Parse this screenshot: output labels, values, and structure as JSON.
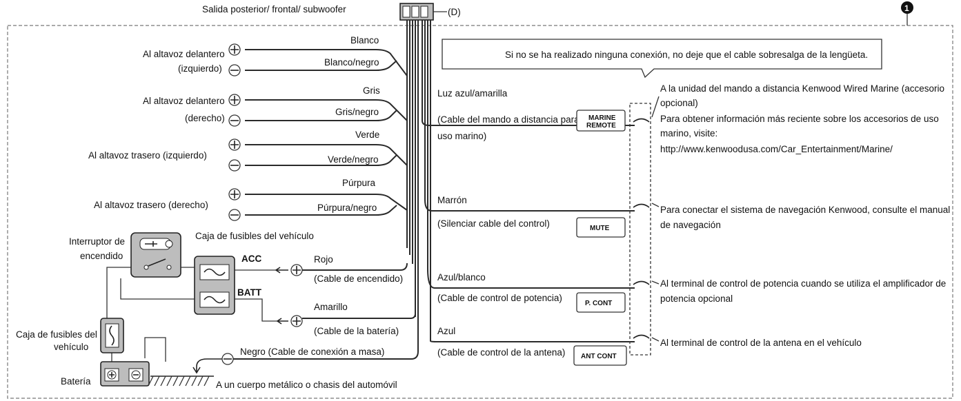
{
  "header": {
    "output_label": "Salida posterior/ frontal/ subwoofer",
    "connector_label": "(D)",
    "note": "Si no se ha realizado ninguna conexión, no deje que el cable sobresalga de la lengüeta."
  },
  "speakers": [
    {
      "label_1": "Al altavoz delantero",
      "label_2": "(izquierdo)",
      "wire_pos": "Blanco",
      "wire_neg": "Blanco/negro"
    },
    {
      "label_1": "Al altavoz delantero",
      "label_2": "(derecho)",
      "wire_pos": "Gris",
      "wire_neg": "Gris/negro"
    },
    {
      "label_1": "Al altavoz trasero (izquierdo)",
      "label_2": "",
      "wire_pos": "Verde",
      "wire_neg": "Verde/negro"
    },
    {
      "label_1": "Al altavoz trasero (derecho)",
      "label_2": "",
      "wire_pos": "Púrpura",
      "wire_neg": "Púrpura/negro"
    }
  ],
  "power": {
    "ignition_switch_1": "Interruptor de",
    "ignition_switch_2": "encendido",
    "fuse_box_main": "Caja de fusibles del vehículo",
    "fuse_box_small_1": "Caja de fusibles del",
    "fuse_box_small_2": "vehículo",
    "acc": "ACC",
    "batt": "BATT",
    "red": "Rojo",
    "red_desc": "(Cable de encendido)",
    "yellow": "Amarillo",
    "yellow_desc": "(Cable de la batería)",
    "battery": "Batería",
    "ground": "Negro (Cable de conexión a masa)",
    "chassis": "A un cuerpo metálico o chasis del automóvil"
  },
  "controls": [
    {
      "wire": "Luz azul/amarilla",
      "desc_1": "(Cable del mando a distancia para",
      "desc_2": "uso marino)",
      "tag_1": "MARINE",
      "tag_2": "REMOTE",
      "info": [
        "A la unidad del mando a distancia Kenwood Wired Marine (accesorio",
        "opcional)",
        "Para obtener información más reciente sobre los accesorios de uso",
        "marino, visite:",
        "http://www.kenwoodusa.com/Car_Entertainment/Marine/"
      ]
    },
    {
      "wire": "Marrón",
      "desc_1": "(Silenciar cable del control)",
      "desc_2": "",
      "tag_1": "MUTE",
      "tag_2": "",
      "info": [
        "Para conectar el sistema de navegación Kenwood, consulte el manual",
        "de navegación"
      ]
    },
    {
      "wire": "Azul/blanco",
      "desc_1": "(Cable de control de potencia)",
      "desc_2": "",
      "tag_1": "P. CONT",
      "tag_2": "",
      "info": [
        "Al terminal de control de potencia cuando se utiliza el amplificador de",
        "potencia opcional"
      ]
    },
    {
      "wire": "Azul",
      "desc_1": "(Cable de control de la antena)",
      "desc_2": "",
      "tag_1": "ANT CONT",
      "tag_2": "",
      "info": [
        "Al terminal de control de la antena en el vehículo"
      ]
    }
  ],
  "marker": "❶"
}
